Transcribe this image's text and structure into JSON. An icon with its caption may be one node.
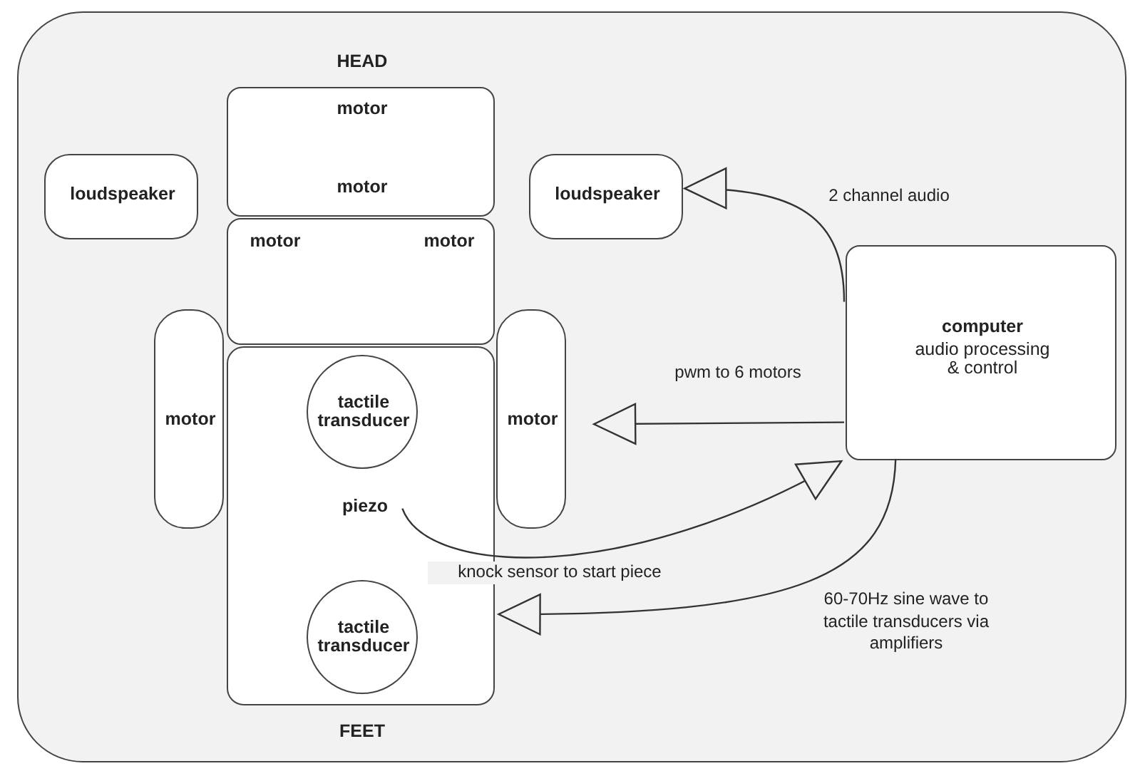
{
  "diagram": {
    "nodes": [
      {
        "text": [],
        "shape": "box"
      },
      {
        "text": [
          "loudspeaker"
        ],
        "in": 0
      },
      {
        "text": [
          "HEAD",
          "motor",
          "motor"
        ],
        "in": 0
      },
      {
        "text": [
          "loudspeaker"
        ],
        "in": 0
      },
      {
        "text": [
          "motor",
          "motor"
        ],
        "in": 0
      },
      {
        "text": [
          "motor"
        ],
        "in": 0
      },
      {
        "text": [
          "FEET"
        ],
        "in": 0
      },
      {
        "text": [
          "motor"
        ],
        "in": 0
      },
      {
        "text": [
          "computer",
          "audio processing & control"
        ],
        "in": 0
      },
      {
        "text": [
          "tactile transducer"
        ],
        "in": 6
      },
      {
        "text": [
          "piezo"
        ],
        "in": 6
      },
      {
        "text": [
          "tactile transducer"
        ],
        "in": 6
      }
    ],
    "edges": [
      {
        "from": 8,
        "to": 3,
        "arrow": "to",
        "label": "2 channel audio"
      },
      {
        "from": 8,
        "to": 7,
        "arrow": "to",
        "label": "pwm to 6 motors"
      },
      {
        "from": 10,
        "to": 8,
        "arrow": "to",
        "label": "knock sensor to start piece"
      },
      {
        "from": 8,
        "to": 6,
        "arrow": "to",
        "label": "60-70Hz sine wave to tactile transducers via amplifiers"
      }
    ]
  }
}
